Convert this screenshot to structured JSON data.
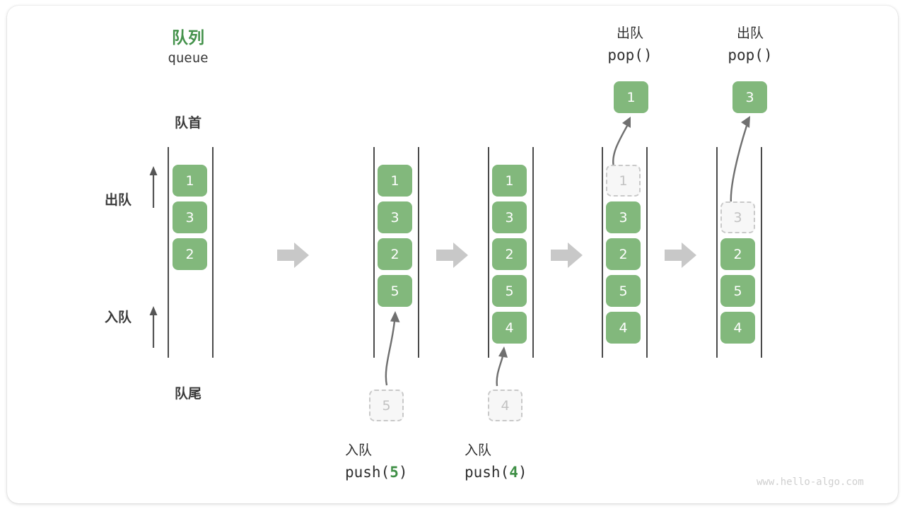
{
  "diagram": {
    "title_cn": "队列",
    "title_en": "queue",
    "front_label": "队首",
    "rear_label": "队尾",
    "dequeue_label": "出队",
    "enqueue_label": "入队",
    "watermark": "www.hello-algo.com",
    "accent_color": "#44924b",
    "cell_color": "#82b87c",
    "ghost_color": "#c2c2c2",
    "arrow_color": "#c8c8c8",
    "line_color": "#4a4a4a"
  },
  "steps": [
    {
      "id": "initial",
      "kind": "state",
      "cells": [
        "1",
        "3",
        "2"
      ],
      "ghost_top": null,
      "ghost_bottom": null,
      "op_cn": null,
      "op_code": null,
      "result_cell": null
    },
    {
      "id": "push-5",
      "kind": "push",
      "cells": [
        "1",
        "3",
        "2",
        "5"
      ],
      "ghost_top": null,
      "ghost_bottom": "5",
      "op_cn": "入队",
      "op_code_prefix": "push(",
      "op_code_num": "5",
      "op_code_suffix": ")",
      "result_cell": null
    },
    {
      "id": "push-4",
      "kind": "push",
      "cells": [
        "1",
        "3",
        "2",
        "5",
        "4"
      ],
      "ghost_top": null,
      "ghost_bottom": "4",
      "op_cn": "入队",
      "op_code_prefix": "push(",
      "op_code_num": "4",
      "op_code_suffix": ")",
      "result_cell": null
    },
    {
      "id": "pop-1",
      "kind": "pop",
      "cells": [
        "3",
        "2",
        "5",
        "4"
      ],
      "ghost_top": "1",
      "ghost_bottom": null,
      "op_cn": "出队",
      "op_code_prefix": "pop(",
      "op_code_num": "",
      "op_code_suffix": ")",
      "result_cell": "1"
    },
    {
      "id": "pop-3",
      "kind": "pop",
      "cells": [
        "2",
        "5",
        "4"
      ],
      "ghost_top": "3",
      "ghost_bottom": null,
      "op_cn": "出队",
      "op_code_prefix": "pop(",
      "op_code_num": "",
      "op_code_suffix": ")",
      "result_cell": "3"
    }
  ],
  "flow_arrows": 4
}
